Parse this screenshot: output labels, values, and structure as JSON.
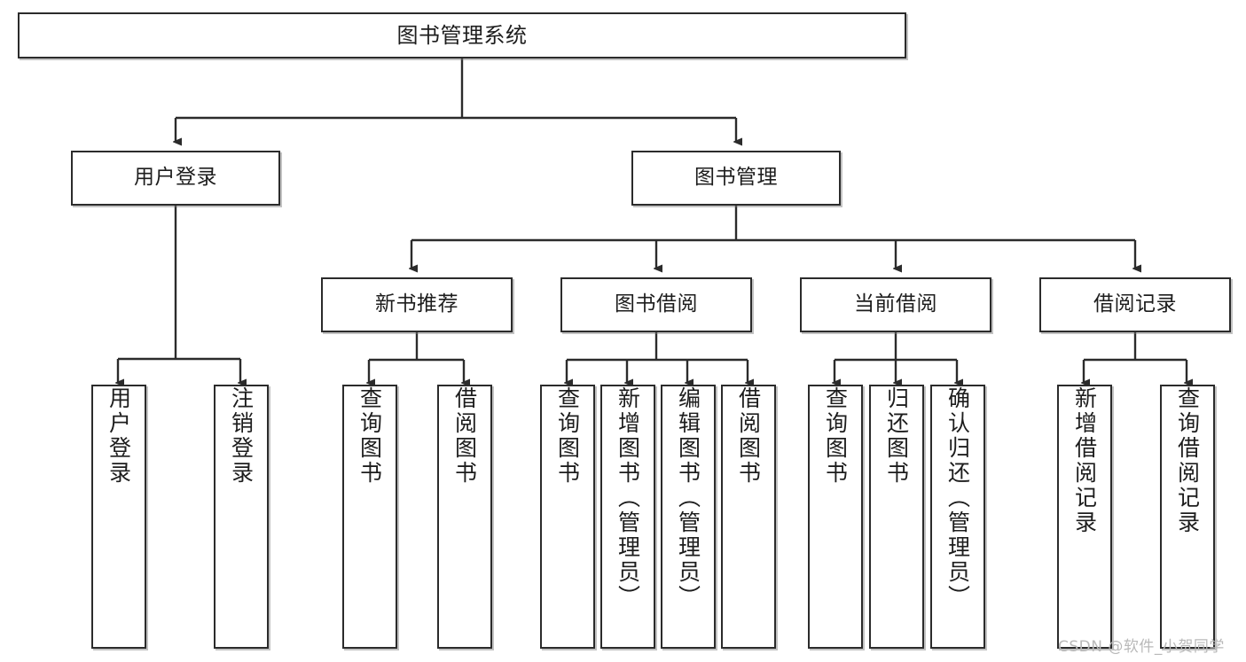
{
  "diagram": {
    "type": "tree-hierarchy",
    "title": "图书管理系统",
    "root": {
      "label": "图书管理系统"
    },
    "level2": [
      {
        "label": "用户登录"
      },
      {
        "label": "图书管理"
      }
    ],
    "level3": [
      {
        "label": "新书推荐"
      },
      {
        "label": "图书借阅"
      },
      {
        "label": "当前借阅"
      },
      {
        "label": "借阅记录"
      }
    ],
    "leaves": {
      "user_login": [
        {
          "label": "用户登录"
        },
        {
          "label": "注销登录"
        }
      ],
      "new_book_recommend": [
        {
          "label": "查询图书"
        },
        {
          "label": "借阅图书"
        }
      ],
      "book_borrow": [
        {
          "label": "查询图书"
        },
        {
          "label": "新增图书（管理员）"
        },
        {
          "label": "编辑图书（管理员）"
        },
        {
          "label": "借阅图书"
        }
      ],
      "current_borrow": [
        {
          "label": "查询图书"
        },
        {
          "label": "归还图书"
        },
        {
          "label": "确认归还（管理员）"
        }
      ],
      "borrow_record": [
        {
          "label": "新增借阅记录"
        },
        {
          "label": "查询借阅记录"
        }
      ]
    }
  },
  "watermark": {
    "text": "CSDN @软件_小贺同学"
  },
  "colors": {
    "border": "#2b2b2b",
    "text": "#1d1d1d",
    "background": "#ffffff",
    "watermark": "#b9b9b9"
  }
}
